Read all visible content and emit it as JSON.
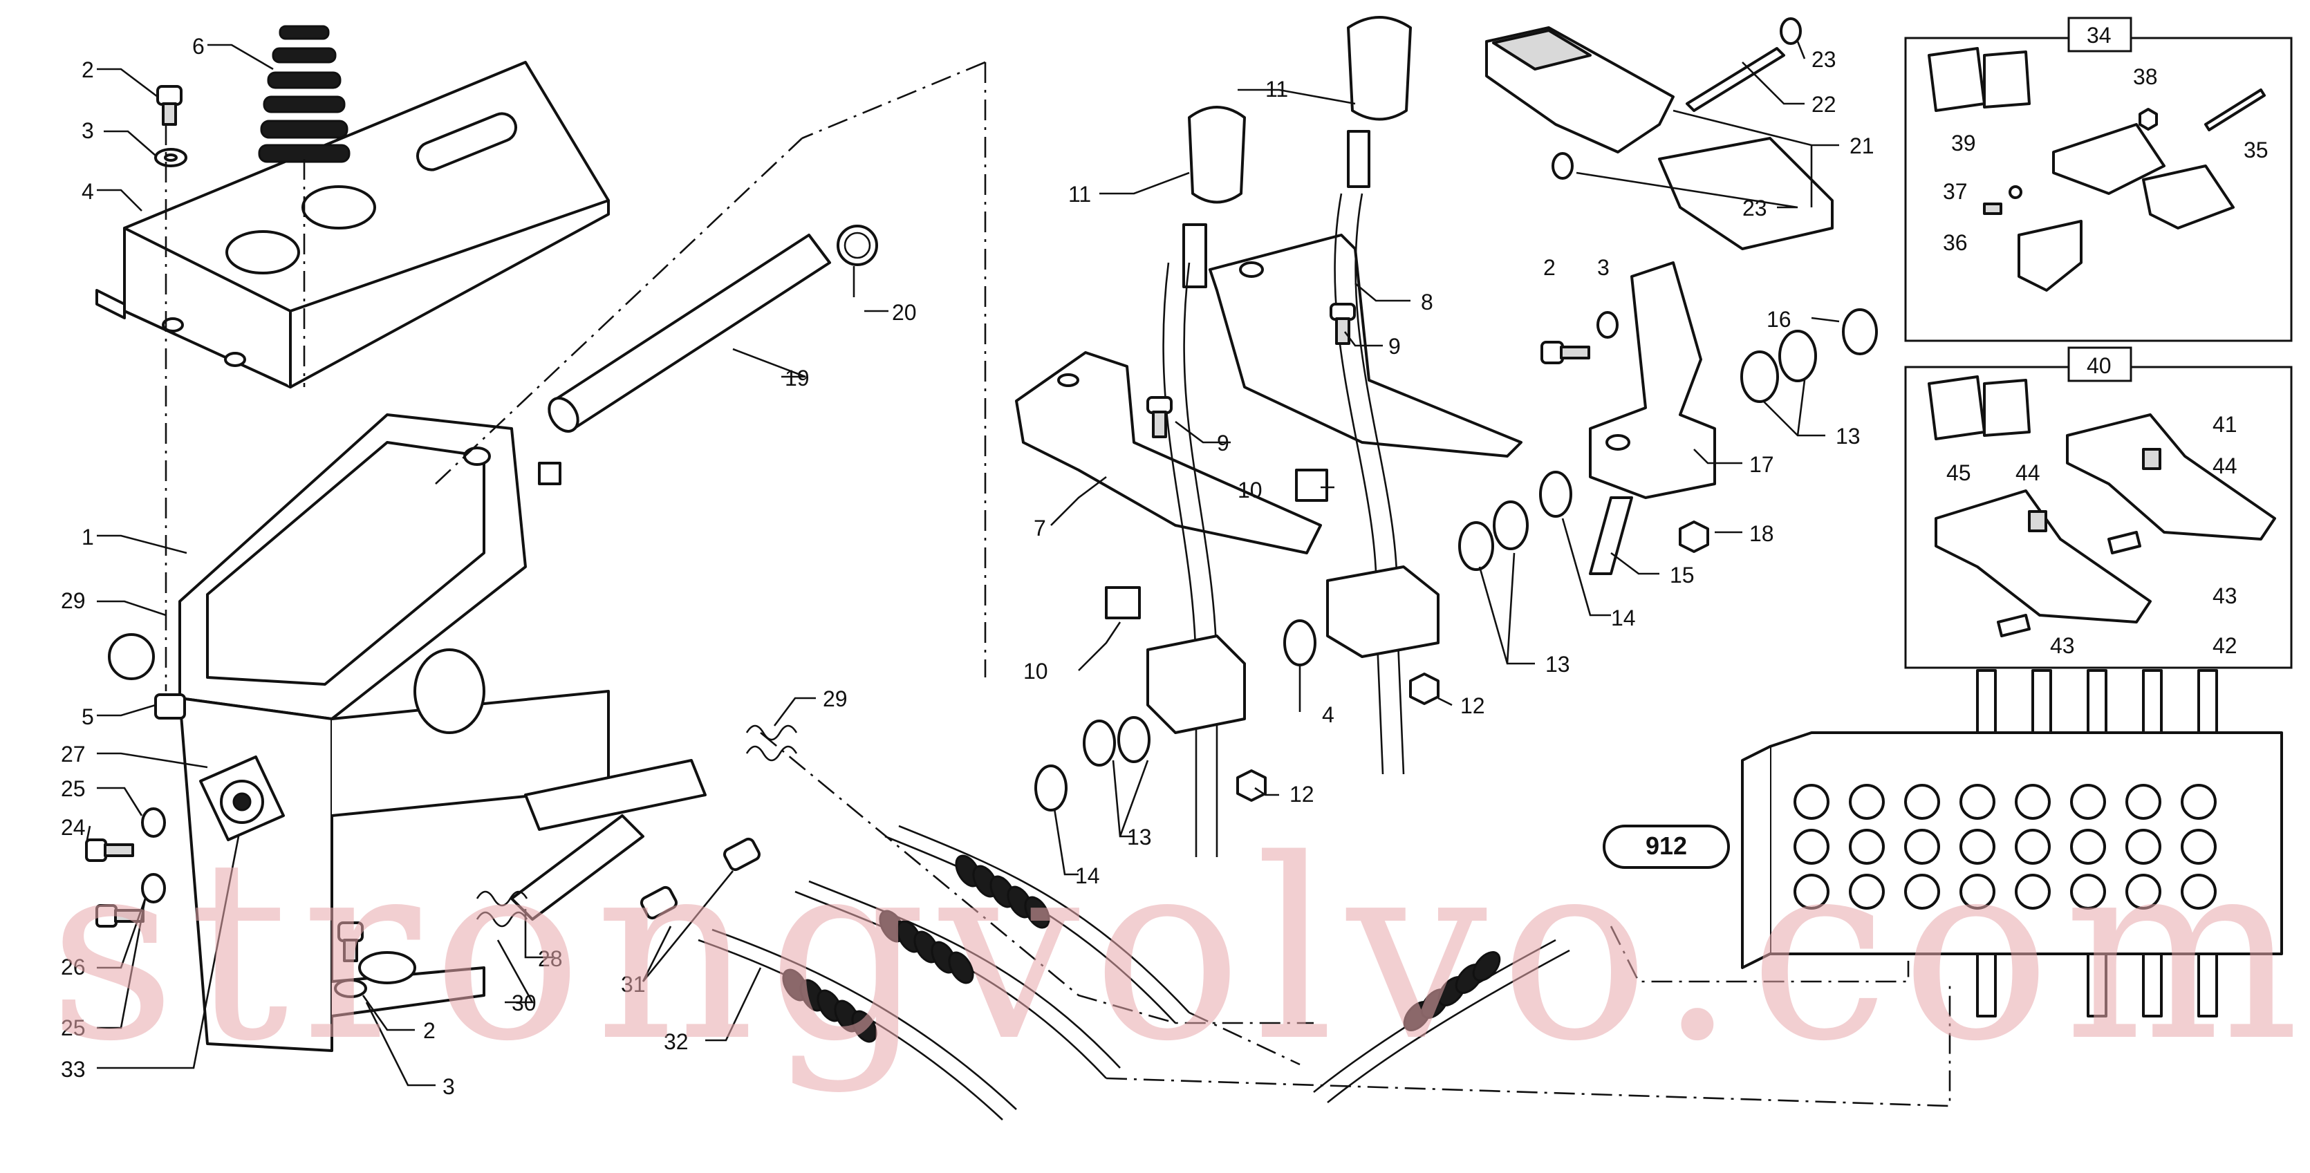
{
  "watermark": "strongvolvo.com",
  "diagram_ref": "912",
  "callouts": [
    "1",
    "2",
    "3",
    "4",
    "5",
    "6",
    "7",
    "8",
    "9",
    "10",
    "11",
    "12",
    "13",
    "14",
    "15",
    "16",
    "17",
    "18",
    "19",
    "20",
    "21",
    "22",
    "23",
    "24",
    "25",
    "26",
    "27",
    "28",
    "29",
    "30",
    "31",
    "32",
    "33",
    "34",
    "35",
    "36",
    "37",
    "38",
    "39",
    "40",
    "41",
    "42",
    "43",
    "44",
    "45"
  ],
  "colors": {
    "watermark": "#e8a8ad",
    "ink": "#111111",
    "fill": "#ffffff"
  }
}
